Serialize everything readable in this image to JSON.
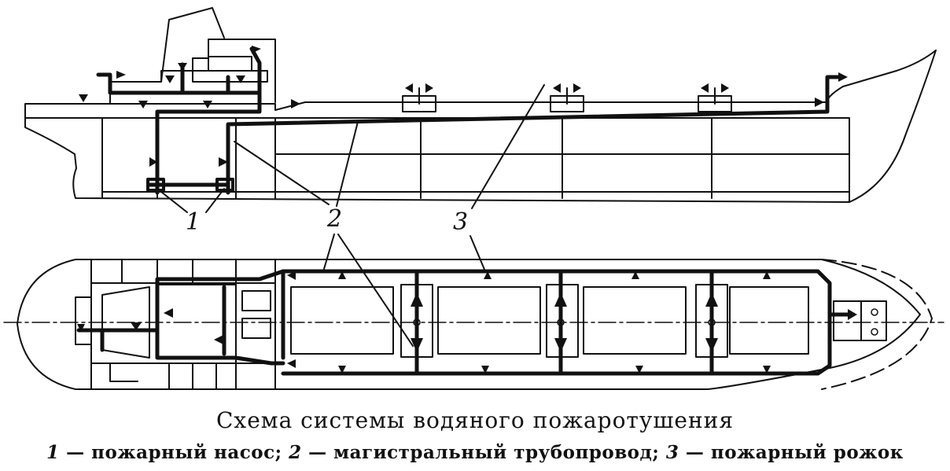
{
  "callouts": {
    "pump": "1",
    "main_pipe": "2",
    "hydrant": "3"
  },
  "caption": {
    "title": "Схема системы водяного пожаротушения",
    "legend": [
      {
        "num": "1",
        "sep": " — ",
        "text": "пожарный насос;"
      },
      {
        "num": "2",
        "sep": " — ",
        "text": "магистральный трубопровод;"
      },
      {
        "num": "3",
        "sep": " — ",
        "text": "пожарный рожок"
      }
    ]
  },
  "colors": {
    "ink": "#111111",
    "paper": "#ffffff"
  }
}
